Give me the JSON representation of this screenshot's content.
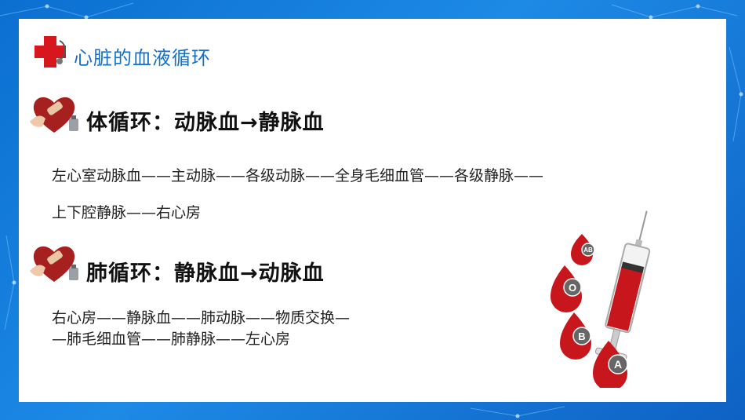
{
  "slide": {
    "title": "心脏的血液循环"
  },
  "systemic": {
    "heading": "体循环：动脉血→静脉血",
    "line1": "左心室动脉血——主动脉——各级动脉——全身毛细血管——各级静脉——",
    "line2": "上下腔静脉——右心房"
  },
  "pulmonary": {
    "heading": "肺循环：静脉血→动脉血",
    "line1": "右心房——静脉血——肺动脉——物质交换—",
    "line2": "—肺毛细血管——肺静脉——左心房"
  },
  "blood_types": {
    "ab": "AB",
    "o": "O",
    "b": "B",
    "a": "A"
  },
  "colors": {
    "accent_blue": "#1570c9",
    "blood_red": "#c8161d",
    "background_blue": "#0b6fd0"
  }
}
